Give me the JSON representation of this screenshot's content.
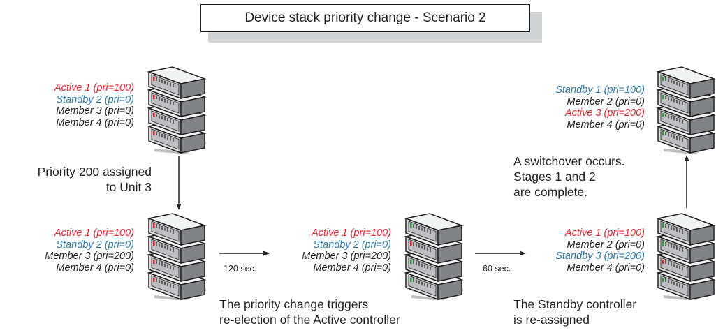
{
  "title": "Device stack priority change - Scenario 2",
  "colors": {
    "active": "#e8262f",
    "standby": "#2b7aab",
    "member": "#231f20"
  },
  "stacks": {
    "initial": {
      "lines": [
        "Active 1 (pri=100)",
        "Standby 2 (pri=0)",
        "Member 3 (pri=0)",
        "Member 4 (pri=0)"
      ]
    },
    "assigned": {
      "lines": [
        "Active 1 (pri=100)",
        "Standby 2 (pri=0)",
        "Member 3 (pri=200)",
        "Member 4 (pri=0)"
      ]
    },
    "reelection": {
      "lines": [
        "Active 1 (pri=100)",
        "Standby 2 (pri=0)",
        "Member 3 (pri=200)",
        "Member 4 (pri=0)"
      ]
    },
    "reassigned": {
      "lines": [
        "Active 1 (pri=100)",
        "Member 2 (pri=0)",
        "Standby 3 (pri=200)",
        "Member 4 (pri=0)"
      ]
    },
    "final": {
      "lines": [
        "Standby 1 (pri=100)",
        "Member 2 (pri=0)",
        "Active 3 (pri=200)",
        "Member 4 (pri=0)"
      ]
    }
  },
  "notes": {
    "priority_assigned": [
      "Priority 200 assigned",
      "to Unit 3"
    ],
    "reelection": [
      "The priority change triggers",
      "re-election of the Active controller"
    ],
    "reassigned": [
      "The Standby controller",
      "is re-assigned"
    ],
    "switchover": [
      "A switchover occurs.",
      "Stages 1 and 2",
      "are complete."
    ]
  },
  "delays": {
    "first": "120 sec.",
    "second": "60 sec."
  }
}
